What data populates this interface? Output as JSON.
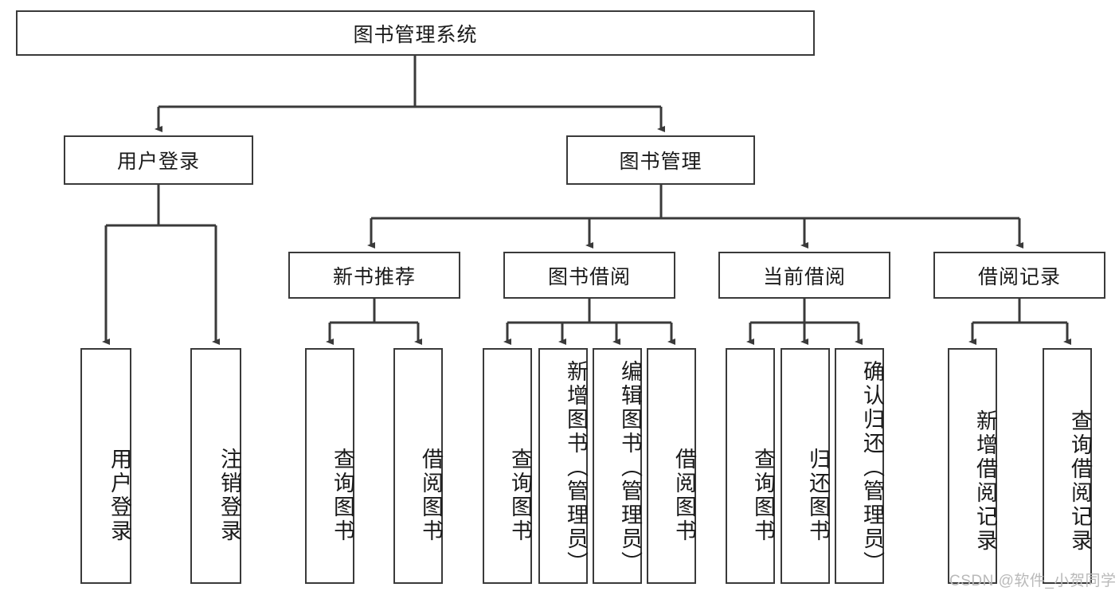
{
  "diagram": {
    "title": "图书管理系统",
    "type": "tree-hierarchy-diagram",
    "root": {
      "id": "root",
      "label": "图书管理系统"
    },
    "level2": [
      {
        "id": "user-login",
        "label": "用户登录"
      },
      {
        "id": "book-manage",
        "label": "图书管理"
      }
    ],
    "level3": [
      {
        "id": "new-book-rec",
        "label": "新书推荐",
        "parent": "book-manage"
      },
      {
        "id": "book-borrow",
        "label": "图书借阅",
        "parent": "book-manage"
      },
      {
        "id": "current-borrow",
        "label": "当前借阅",
        "parent": "book-manage"
      },
      {
        "id": "borrow-record",
        "label": "借阅记录",
        "parent": "book-manage"
      }
    ],
    "leaves": [
      {
        "id": "leaf-user-login",
        "label": "用户登录",
        "parent": "user-login"
      },
      {
        "id": "leaf-logout",
        "label": "注销登录",
        "parent": "user-login"
      },
      {
        "id": "leaf-query-book-rec",
        "label": "查询图书",
        "parent": "new-book-rec"
      },
      {
        "id": "leaf-borrow-book-rec",
        "label": "借阅图书",
        "parent": "new-book-rec"
      },
      {
        "id": "leaf-query-book-bb",
        "label": "查询图书",
        "parent": "book-borrow"
      },
      {
        "id": "leaf-add-book",
        "label": "新增图书（管理员）",
        "parent": "book-borrow"
      },
      {
        "id": "leaf-edit-book",
        "label": "编辑图书（管理员）",
        "parent": "book-borrow"
      },
      {
        "id": "leaf-borrow-book-bb",
        "label": "借阅图书",
        "parent": "book-borrow"
      },
      {
        "id": "leaf-query-book-cb",
        "label": "查询图书",
        "parent": "current-borrow"
      },
      {
        "id": "leaf-return-book",
        "label": "归还图书",
        "parent": "current-borrow"
      },
      {
        "id": "leaf-confirm-return",
        "label": "确认归还（管理员）",
        "parent": "current-borrow"
      },
      {
        "id": "leaf-add-record",
        "label": "新增借阅记录",
        "parent": "borrow-record"
      },
      {
        "id": "leaf-query-record",
        "label": "查询借阅记录",
        "parent": "borrow-record"
      }
    ],
    "colors": {
      "stroke": "#3a3a3a",
      "fill": "#ffffff",
      "text": "#1a1a1a",
      "watermark": "#b9b9b9"
    }
  },
  "watermark": {
    "text": "CSDN @软件_小贺同学"
  }
}
